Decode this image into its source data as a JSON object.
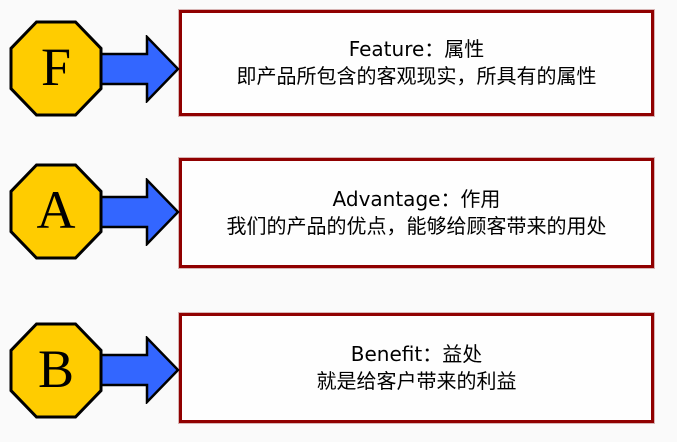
{
  "colors": {
    "page_bg": "#FAFAFA",
    "octagon_fill": "#FFCC00",
    "octagon_border": "#000000",
    "arrow_fill": "#3366FF",
    "arrow_border": "#000000",
    "box_border": "#900000",
    "box_fill": "#FEFEFE",
    "text": "#000000"
  },
  "rows": [
    {
      "letter": "F",
      "title": "Feature：属性",
      "description": "即产品所包含的客观现实，所具有的属性"
    },
    {
      "letter": "A",
      "title": "Advantage：作用",
      "description": "我们的产品的优点，能够给顾客带来的用处"
    },
    {
      "letter": "B",
      "title": "Benefit：益处",
      "description": "就是给客户带来的利益"
    }
  ]
}
